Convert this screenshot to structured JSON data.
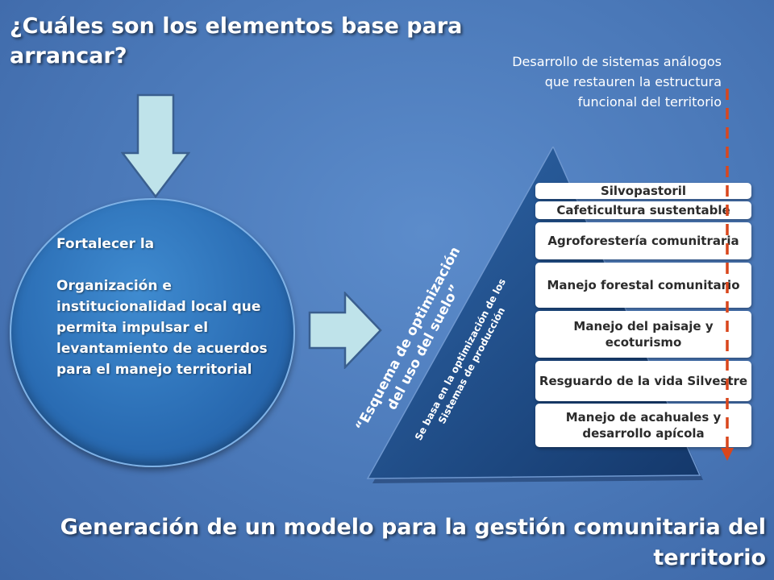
{
  "title": "¿Cuáles son los elementos base para arrancar?",
  "circle": {
    "line1": "Fortalecer la",
    "line2": "Organización e institucionalidad local que permita impulsar el levantamiento de acuerdos para el manejo territorial"
  },
  "top_note": "Desarrollo de sistemas análogos que restauren la estructura funcional del territorio",
  "triangle": {
    "main_label": "“Esquema de optimización del uso del suelo”",
    "sub_label": "Se basa en la optimización de los Sistemas de producción"
  },
  "boxes": [
    "Silvopastoril",
    "Cafeticultura sustentable",
    "Agroforestería comunitraria",
    "Manejo forestal comunitario",
    "Manejo del paisaje y ecoturismo",
    "Resguardo de la vida Silvestre",
    "Manejo de acahuales y desarrollo apícola"
  ],
  "bottom_title": "Generación de un modelo para la gestión comunitaria del territorio",
  "colors": {
    "background": "#4a78b8",
    "arrow_fill": "#bfe3ea",
    "circle_fill": "#2a6cb3",
    "triangle_fill": "#1f4f8f",
    "dashed_arrow": "#d9461c"
  }
}
